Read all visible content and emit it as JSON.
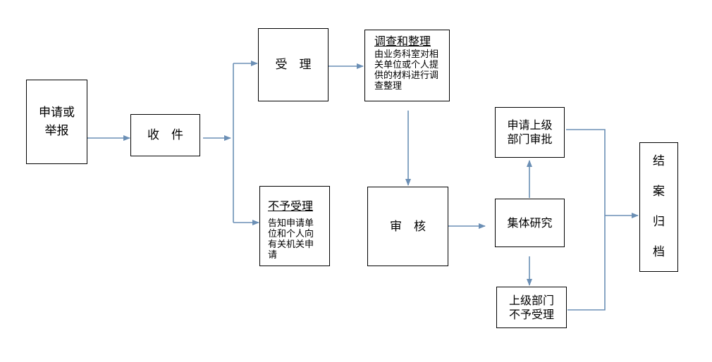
{
  "nodes": {
    "apply_report": [
      "申请或",
      "举报"
    ],
    "receive": "收　件",
    "accept": "受　理",
    "investigate": {
      "title": "调查和整理",
      "desc": [
        "由业务科室对相",
        "关单位或个人提",
        "供的材料进行调",
        "查整理"
      ]
    },
    "not_accept": {
      "title": "不予受理",
      "desc": [
        "告知申请单",
        "位和个人向",
        "有关机关申",
        "请"
      ]
    },
    "review": "审　核",
    "collective_study": "集体研究",
    "apply_superior": [
      "申请上级",
      "部门审批"
    ],
    "superior_reject": [
      "上级部门",
      "不予受理"
    ],
    "close_archive": [
      "结",
      "案",
      "归",
      "档"
    ]
  },
  "colors": {
    "arrow": "#6b8fb5",
    "border": "#000000"
  }
}
